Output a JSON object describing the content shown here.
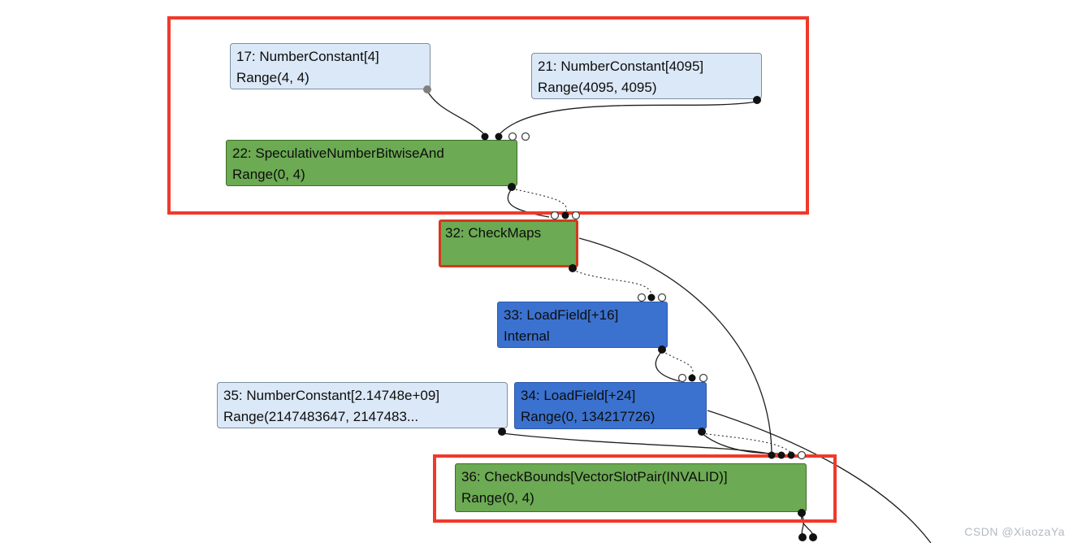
{
  "watermark": "CSDN @XiaozaYa",
  "colors": {
    "node_constant_fill": "#dbe8f7",
    "node_green_fill": "#6caa53",
    "node_blue_fill": "#3b72cf",
    "highlight_red": "#f0392b",
    "selected_border": "#d3391c",
    "edge": "#1f1f1f"
  },
  "nodes": {
    "n17": {
      "title": "17: NumberConstant[4]",
      "subtitle": "Range(4, 4)"
    },
    "n21": {
      "title": "21: NumberConstant[4095]",
      "subtitle": "Range(4095, 4095)"
    },
    "n22": {
      "title": "22: SpeculativeNumberBitwiseAnd",
      "subtitle": "Range(0, 4)"
    },
    "n32": {
      "title": "32: CheckMaps",
      "subtitle": ""
    },
    "n33": {
      "title": "33: LoadField[+16]",
      "subtitle": "Internal"
    },
    "n35": {
      "title": "35: NumberConstant[2.14748e+09]",
      "subtitle": "Range(2147483647, 2147483..."
    },
    "n34": {
      "title": "34: LoadField[+24]",
      "subtitle": "Range(0, 134217726)"
    },
    "n36": {
      "title": "36: CheckBounds[VectorSlotPair(INVALID)]",
      "subtitle": "Range(0, 4)"
    }
  }
}
